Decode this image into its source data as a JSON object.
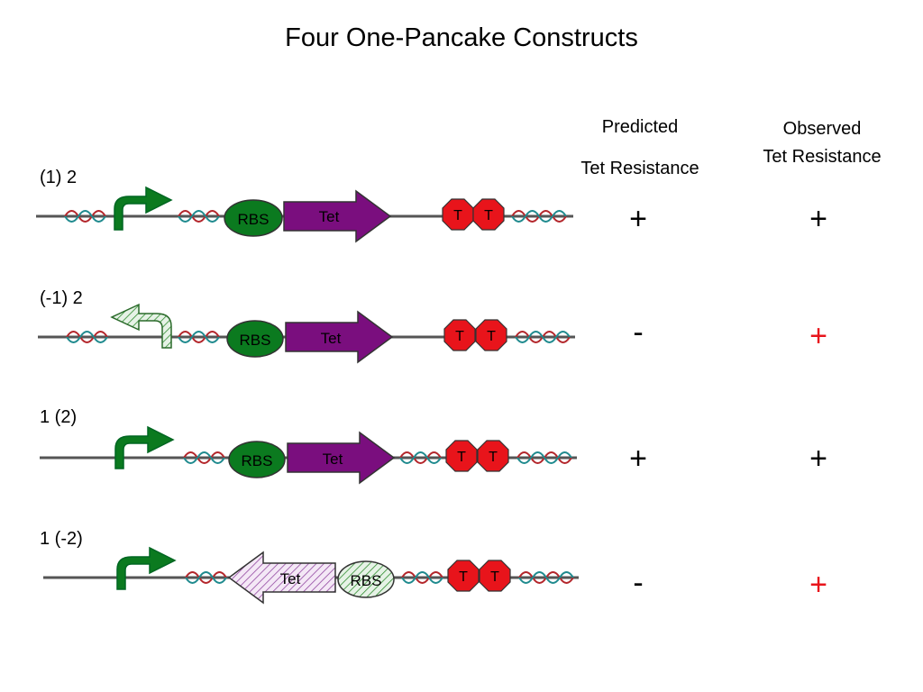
{
  "title": "Four One-Pancake Constructs",
  "headers": {
    "predicted_line1": "Predicted",
    "predicted_line2": "Tet Resistance",
    "observed_line1": "Observed",
    "observed_line2": "Tet Resistance"
  },
  "constructs": [
    {
      "label": "(1) 2",
      "predicted": "+",
      "observed": "+",
      "observed_color": "#000000",
      "promoter": "forward",
      "gene": "forward"
    },
    {
      "label": "(-1) 2",
      "predicted": "-",
      "observed": "+",
      "observed_color": "#e8141b",
      "promoter": "reverse",
      "gene": "forward"
    },
    {
      "label": "1 (2)",
      "predicted": "+",
      "observed": "+",
      "observed_color": "#000000",
      "promoter": "forward",
      "gene": "forward"
    },
    {
      "label": "1 (-2)",
      "predicted": "-",
      "observed": "+",
      "observed_color": "#e8141b",
      "promoter": "forward",
      "gene": "reverse"
    }
  ],
  "parts": {
    "rbs": "RBS",
    "gene": "Tet",
    "terminator": "T"
  },
  "colors": {
    "promoter": "#0b7a1f",
    "rbs": "#0b7a1f",
    "gene": "#7a0e7e",
    "terminator": "#e8141b",
    "backbone": "#555555",
    "dna_red": "#b3262b",
    "dna_teal": "#1f8a8e",
    "reversed_hatch_green": "#2a8a2a",
    "reversed_hatch_purple": "#8a3a9a"
  }
}
